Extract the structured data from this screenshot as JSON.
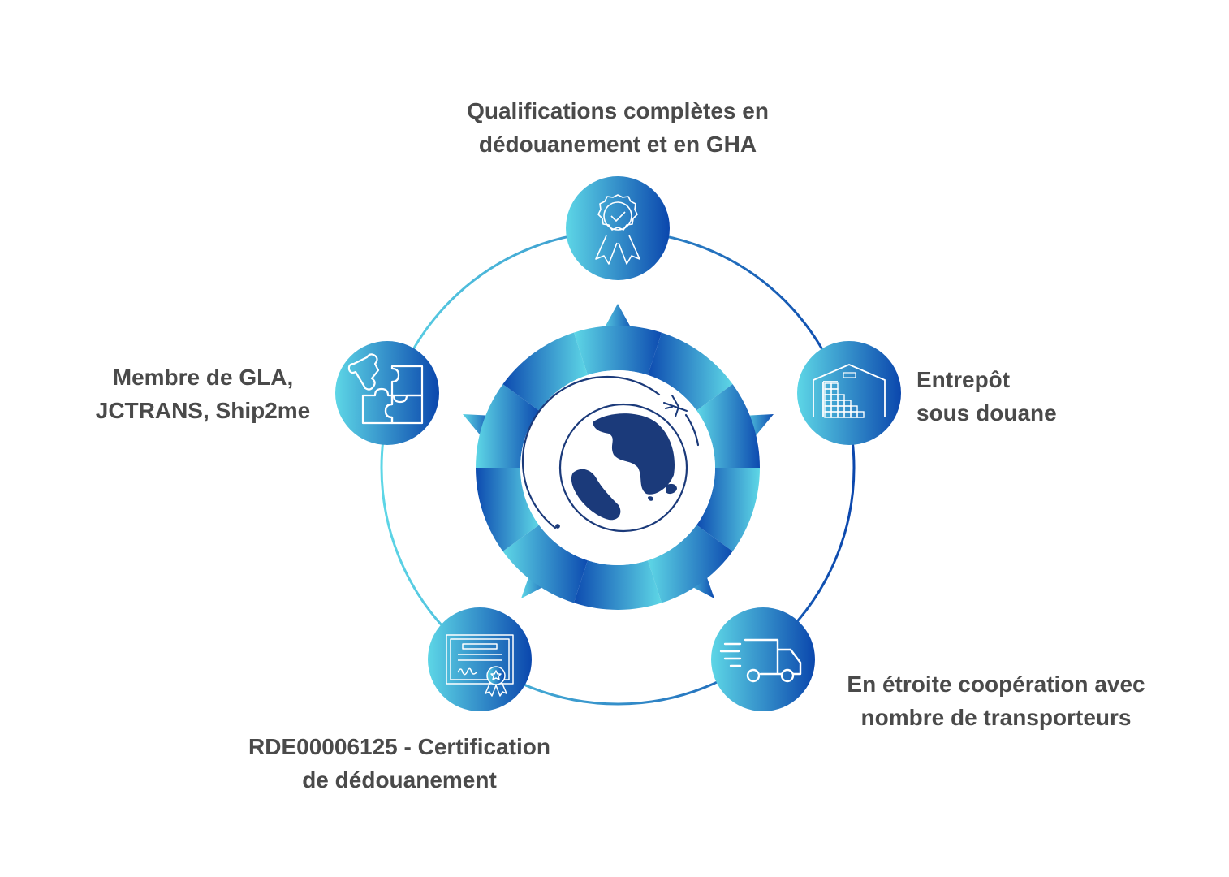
{
  "colors": {
    "gradient_light": "#5dd6e6",
    "gradient_dark": "#0b47ad",
    "globe_fill": "#1b3a7a",
    "text": "#4a4a4a"
  },
  "nodes": {
    "top": {
      "icon": "award-ribbon-icon",
      "lines": [
        "Qualifications complètes en",
        "dédouanement et en GHA"
      ]
    },
    "right": {
      "icon": "warehouse-icon",
      "lines": [
        "Entrepôt",
        "sous douane"
      ]
    },
    "bottom_right": {
      "icon": "delivery-truck-icon",
      "lines": [
        "En étroite coopération avec",
        "nombre de transporteurs"
      ]
    },
    "bottom_left": {
      "icon": "certificate-icon",
      "lines": [
        "RDE00006125 - Certification",
        "de dédouanement"
      ]
    },
    "left": {
      "icon": "puzzle-icon",
      "lines": [
        "Membre de GLA,",
        "JCTRANS, Ship2me"
      ]
    }
  },
  "center": {
    "icon": "globe-with-airplane-icon"
  }
}
